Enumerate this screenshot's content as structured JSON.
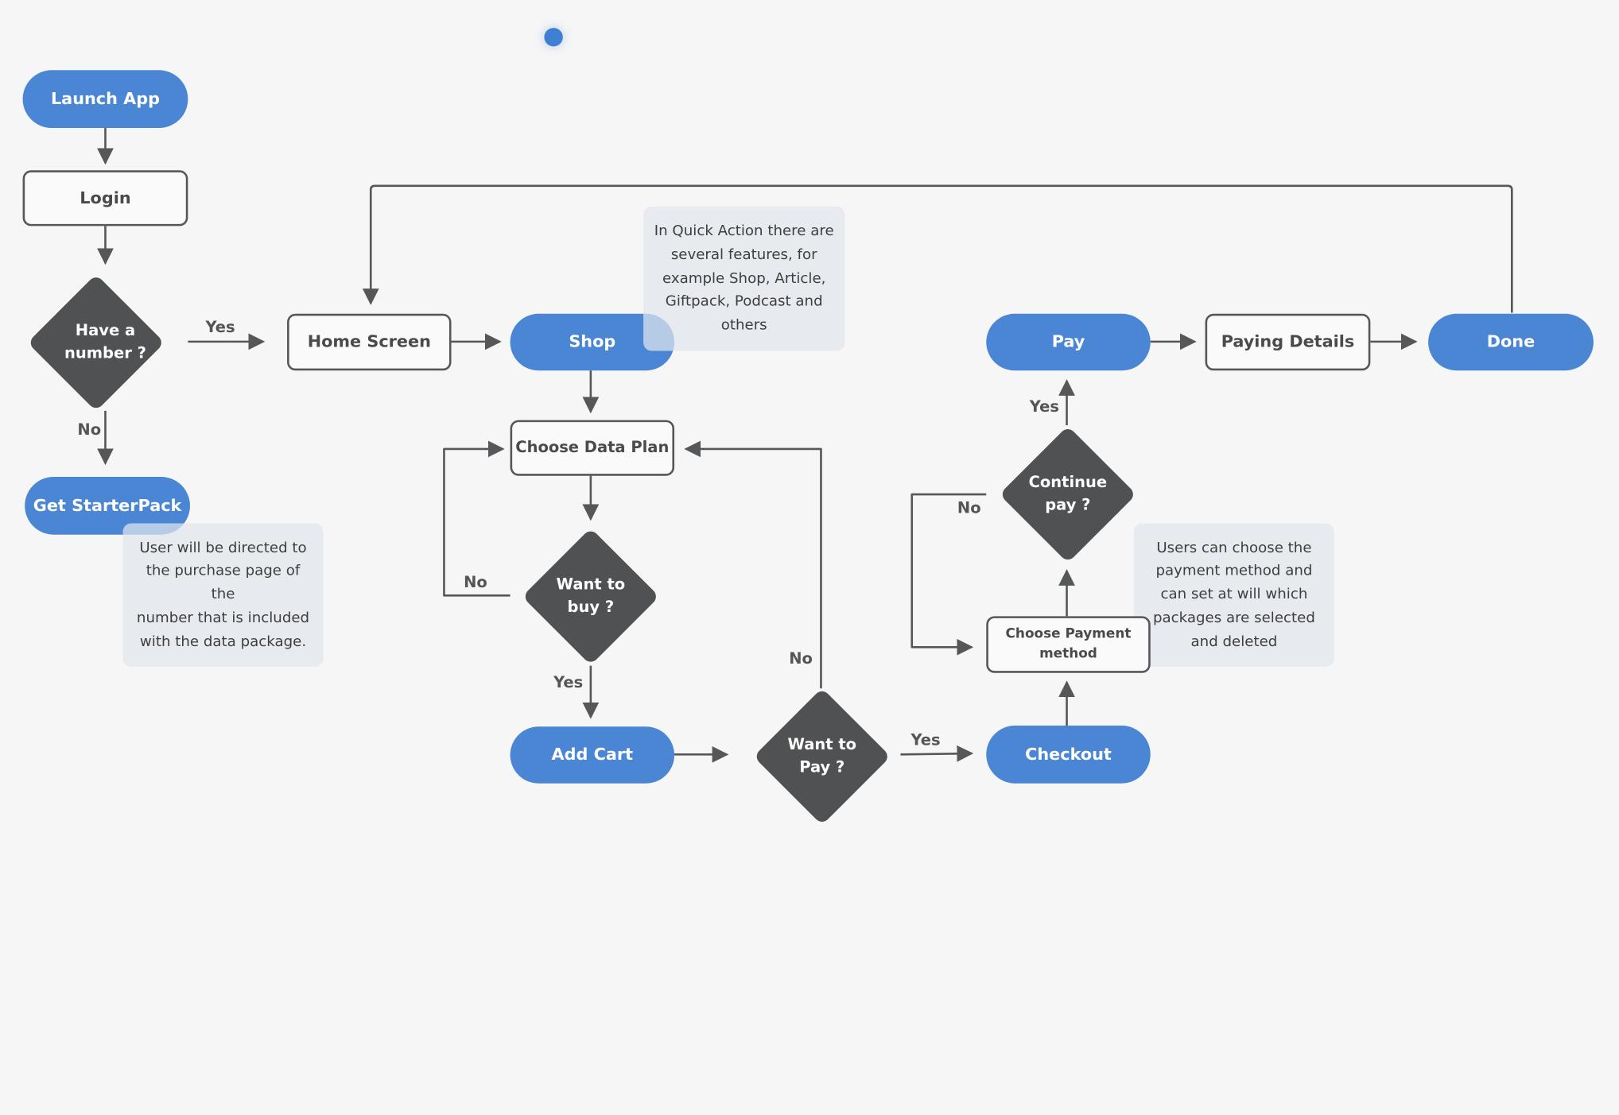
{
  "colors": {
    "pill": "#4a86d4",
    "decision": "#505153",
    "stroke": "#555759",
    "note_bg": "#e0e6ec",
    "background": "#f6f6f6"
  },
  "nodes": {
    "launch_app": "Launch App",
    "login": "Login",
    "have_number": [
      "Have a",
      "number ?"
    ],
    "get_starterpack": "Get StarterPack",
    "home_screen": "Home Screen",
    "shop": "Shop",
    "choose_data_plan": "Choose Data Plan",
    "want_to_buy": [
      "Want to",
      "buy ?"
    ],
    "add_cart": "Add Cart",
    "want_to_pay": [
      "Want to",
      "Pay ?"
    ],
    "checkout": "Checkout",
    "choose_payment_method": [
      "Choose Payment",
      "method"
    ],
    "continue_pay": [
      "Continue",
      "pay ?"
    ],
    "pay": "Pay",
    "paying_details": "Paying Details",
    "done": "Done"
  },
  "notes": {
    "starterpack": [
      "User will be directed to",
      "the purchase page of the",
      "number that is included",
      "with the data package."
    ],
    "quick_action": [
      "In Quick Action there are",
      "several features, for",
      "example Shop, Article,",
      "Giftpack, Podcast and",
      "others"
    ],
    "payment": [
      "Users can choose the",
      "payment method and",
      "can set at will which",
      "packages are selected",
      "and deleted"
    ]
  },
  "edge_labels": {
    "have_number_yes": "Yes",
    "have_number_no": "No",
    "want_to_buy_no": "No",
    "want_to_buy_yes": "Yes",
    "want_to_pay_no": "No",
    "want_to_pay_yes": "Yes",
    "continue_pay_no": "No",
    "continue_pay_yes": "Yes"
  }
}
